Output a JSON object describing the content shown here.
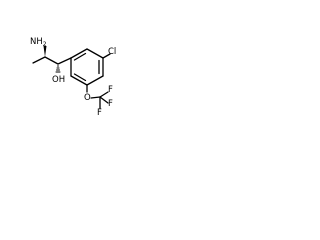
{
  "molecule": {
    "atoms": {
      "amine_label": "NH",
      "amine_sub": "2",
      "hydroxyl_label": "OH",
      "chlorine_label": "Cl",
      "ether_oxygen_label": "O",
      "fluorine_1_label": "F",
      "fluorine_2_label": "F",
      "fluorine_3_label": "F"
    }
  }
}
